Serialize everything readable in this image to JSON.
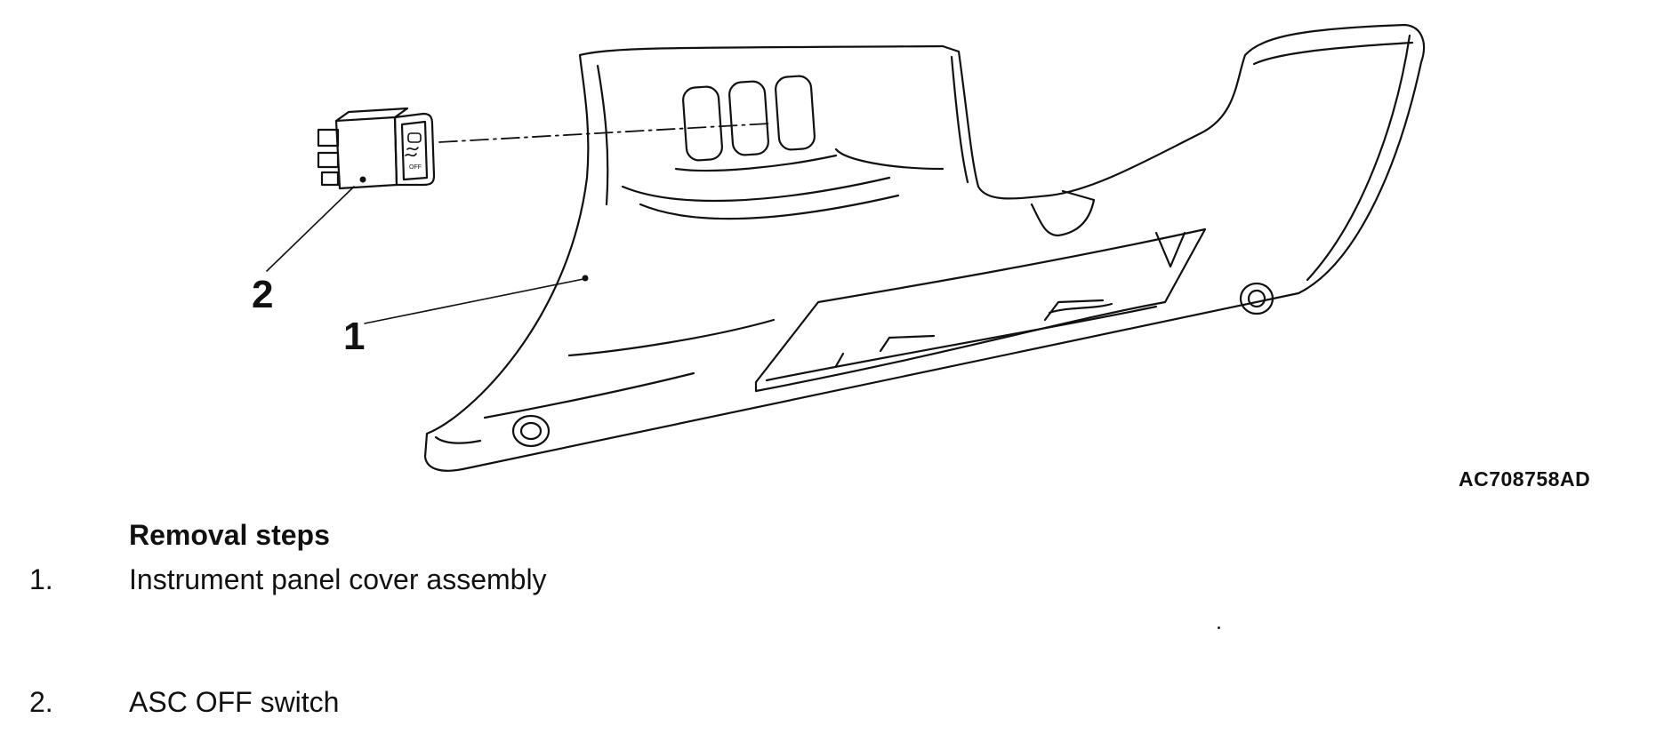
{
  "figure": {
    "figure_code": "AC708758AD",
    "callouts": [
      "1",
      "2"
    ]
  },
  "removal": {
    "heading": "Removal steps",
    "steps": [
      {
        "number": "1.",
        "label": "Instrument panel cover assembly"
      },
      {
        "number": "2.",
        "label": "ASC OFF switch"
      }
    ]
  },
  "switch_face": {
    "text": "OFF"
  },
  "colors": {
    "line": "#111111",
    "background": "#ffffff"
  }
}
